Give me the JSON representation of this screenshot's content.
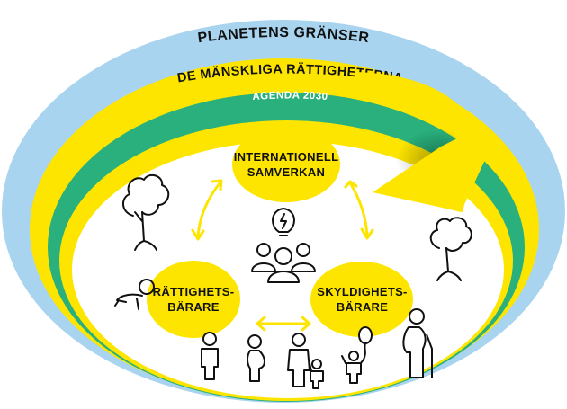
{
  "rings": {
    "outer": {
      "label": "PLANETENS GRÄNSER",
      "color": "#a8d4ef"
    },
    "middle": {
      "label": "DE MÄNSKLIGA RÄTTIGHETERNA",
      "color": "#fde500"
    },
    "inner": {
      "label": "AGENDA 2030",
      "color": "#29b07c"
    }
  },
  "nodes": {
    "top": {
      "line1": "INTERNATIONELL",
      "line2": "SAMVERKAN"
    },
    "left": {
      "line1": "RÄTTIGHETS-",
      "line2": "BÄRARE"
    },
    "right": {
      "line1": "SKYLDIGHETS-",
      "line2": "BÄRARE"
    }
  },
  "colors": {
    "accent": "#fde500",
    "ink": "#111111",
    "center": "#ffffff"
  },
  "icons": [
    "tree-icon",
    "tree-icon",
    "lightbulb-icon",
    "group-icon",
    "baby-icon",
    "man-icon",
    "pregnant-woman-icon",
    "parent-child-icon",
    "child-balloon-icon",
    "elderly-person-icon"
  ]
}
